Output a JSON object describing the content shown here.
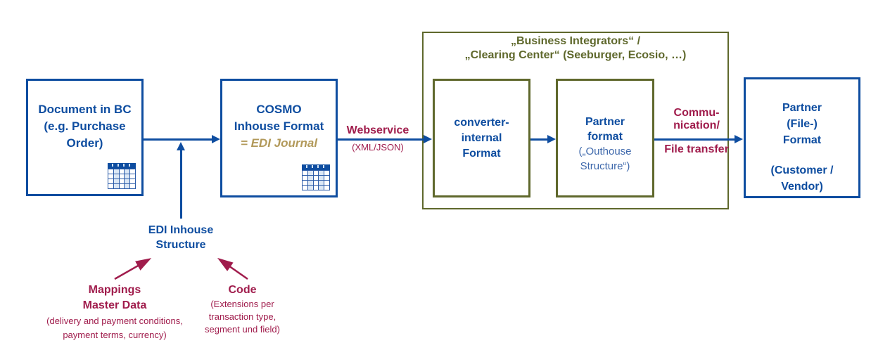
{
  "diagram": {
    "boxes": {
      "document": {
        "lines": [
          "Document in BC",
          "(e.g. Purchase",
          "Order)"
        ]
      },
      "cosmo": {
        "title": "COSMO",
        "subtitle": "Inhouse Format",
        "journal": "= EDI Journal"
      },
      "converter": {
        "lines": [
          "converter-",
          "internal",
          "Format"
        ]
      },
      "partner_format": {
        "title_lines": [
          "Partner",
          "format"
        ],
        "note_lines": [
          "(„Outhouse",
          "Structure“)"
        ]
      },
      "partner_file": {
        "title_lines": [
          "Partner",
          "(File-)",
          "Format"
        ],
        "note_lines": [
          "(Customer /",
          "Vendor)"
        ]
      }
    },
    "container": {
      "title_lines": [
        "„Business Integrators“ /",
        "„Clearing Center“ (Seeburger, Ecosio, …)"
      ]
    },
    "labels": {
      "webservice": {
        "title": "Webservice",
        "subtitle": "(XML/JSON)"
      },
      "communication": {
        "lines": [
          "Commu-",
          "nication/"
        ],
        "below": "File transfer"
      },
      "edi_inhouse": {
        "lines": [
          "EDI Inhouse",
          "Structure"
        ]
      },
      "mappings": {
        "title_lines": [
          "Mappings",
          "Master Data"
        ],
        "caption_lines": [
          "(delivery and payment conditions,",
          "payment terms, currency)"
        ]
      },
      "code": {
        "title": "Code",
        "caption_lines": [
          "(Extensions per",
          "transaction type,",
          "segment und field)"
        ]
      }
    },
    "colors": {
      "blue": "#0E4DA0",
      "maroon": "#A01C4C",
      "olive": "#5F682C",
      "gold": "#B2995A",
      "light_blue_text": "#3F69AC"
    }
  }
}
